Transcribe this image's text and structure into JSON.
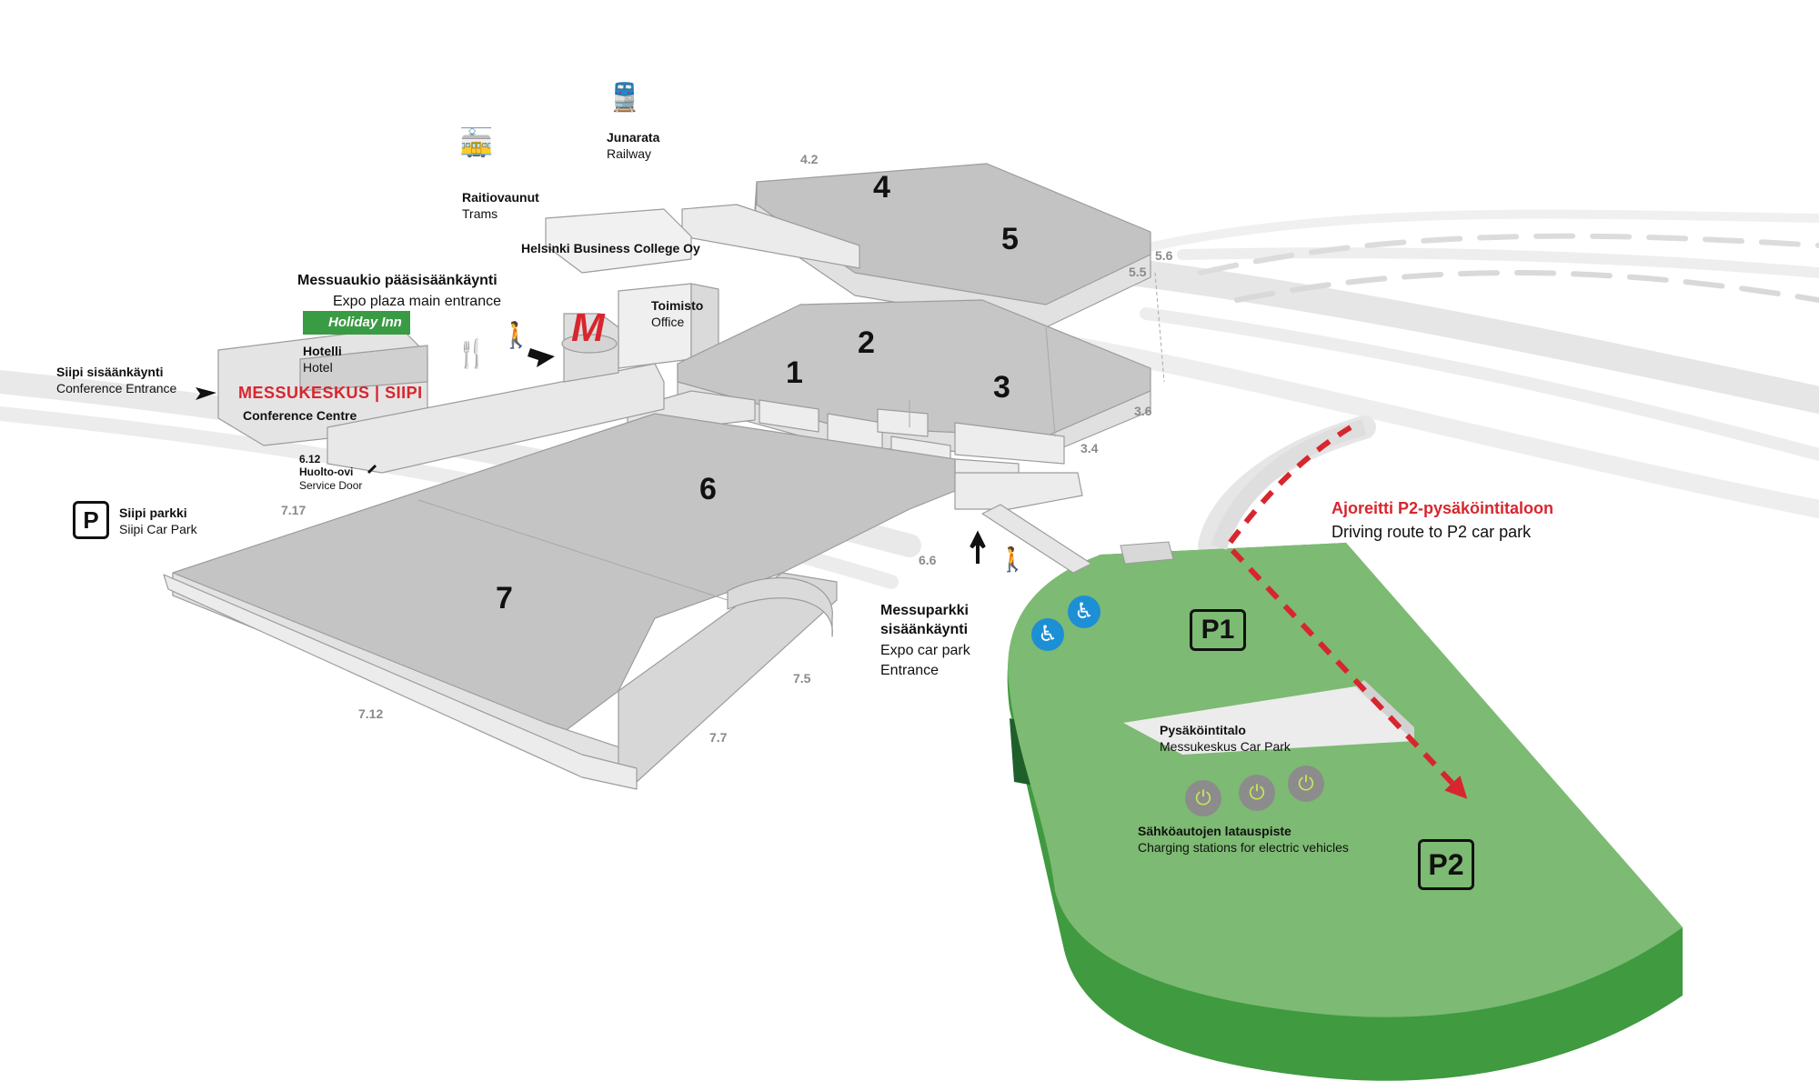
{
  "colors": {
    "accent_red": "#d7262e",
    "parking_green": "#7dba73",
    "parking_green_dark": "#3f9a40",
    "building_grey": "#c4c4c4",
    "wheelchair_blue": "#1d8fd4",
    "holiday_inn_green": "#3a9b45"
  },
  "icons": {
    "tram": "tram-icon",
    "train": "train-icon",
    "pedestrian": "pedestrian-icon",
    "restaurant": "fork-knife-icon",
    "wheelchair": "wheelchair-icon",
    "ev_charger": "ev-charger-icon",
    "messukeskus_logo": "messukeskus-m-logo"
  },
  "transit": {
    "trams_fi": "Raitiovaunut",
    "trams_en": "Trams",
    "railway_fi": "Junarata",
    "railway_en": "Railway"
  },
  "buildings": {
    "business_college": "Helsinki Business College Oy",
    "office_fi": "Toimisto",
    "office_en": "Office",
    "hotel_brand": "Holiday Inn",
    "hotel_fi": "Hotelli",
    "hotel_en": "Hotel",
    "conference_brand_main": "MESSUKESKUS",
    "conference_brand_sub": "SIIPI",
    "conference_centre": "Conference Centre"
  },
  "entrances": {
    "main_fi": "Messuaukio pääsisäänkäynti",
    "main_en": "Expo plaza main entrance",
    "siipi_fi": "Siipi sisäänkäynti",
    "siipi_en": "Conference Entrance",
    "service_code": "6.12",
    "service_fi": "Huolto-ovi",
    "service_en": "Service Door",
    "carpark_fi_1": "Messuparkki",
    "carpark_fi_2": "sisäänkäynti",
    "carpark_en_1": "Expo car park",
    "carpark_en_2": "Entrance"
  },
  "siipi_parking": {
    "symbol": "P",
    "fi": "Siipi parkki",
    "en": "Siipi Car Park"
  },
  "halls": [
    "1",
    "2",
    "3",
    "4",
    "5",
    "6",
    "7"
  ],
  "gates": [
    "4.2",
    "5.6",
    "5.5",
    "3.6",
    "3.4",
    "6.6",
    "7.17",
    "7.5",
    "7.7",
    "7.12"
  ],
  "parking": {
    "p1": "P1",
    "p2": "P2",
    "garage_fi": "Pysäköintitalo",
    "garage_en": "Messukeskus Car Park",
    "charging_fi": "Sähköautojen latauspiste",
    "charging_en": "Charging stations for electric vehicles"
  },
  "route": {
    "fi": "Ajoreitti P2-pysäköintitaloon",
    "en": "Driving route to P2 car park"
  }
}
